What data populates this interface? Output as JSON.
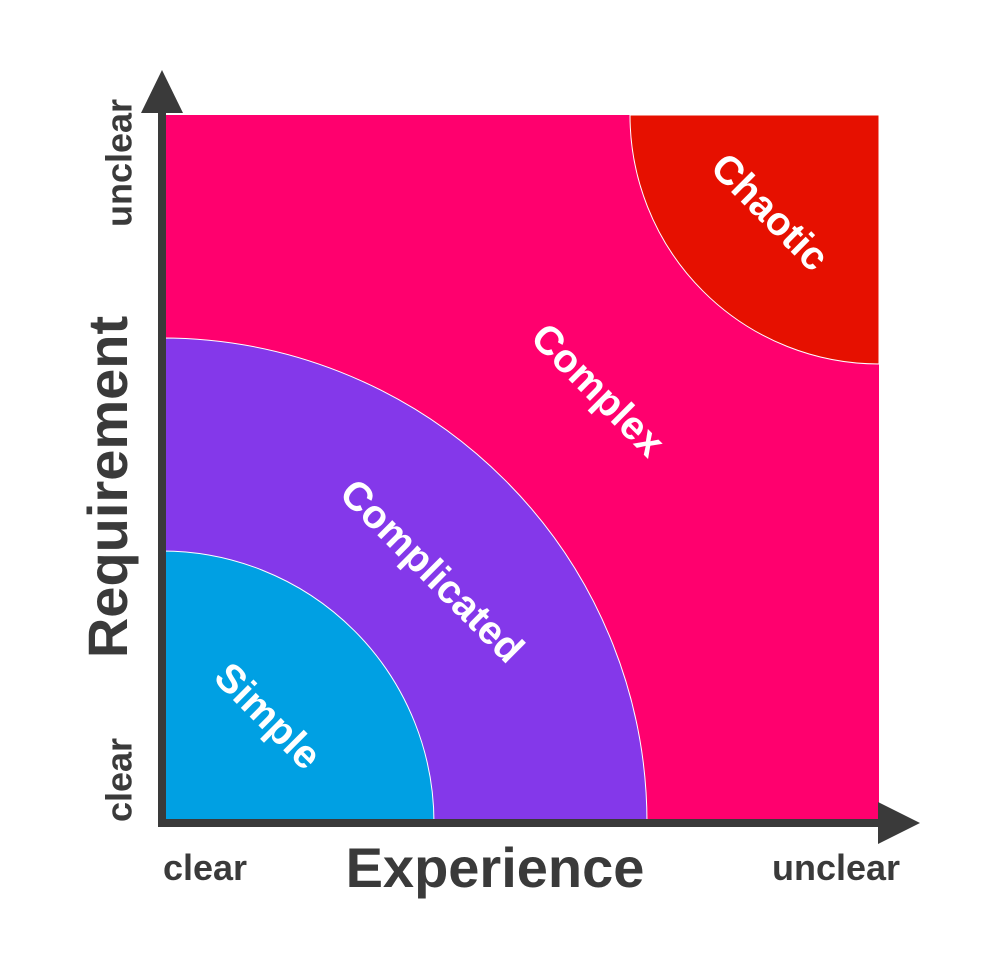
{
  "diagram": {
    "zones": [
      {
        "id": "simple",
        "label": "Simple",
        "color": "#00a0e3"
      },
      {
        "id": "complicated",
        "label": "Complicated",
        "color": "#8438ea"
      },
      {
        "id": "complex",
        "label": "Complex",
        "color": "#ff006e"
      },
      {
        "id": "chaotic",
        "label": "Chaotic",
        "color": "#e61000"
      }
    ],
    "x_axis": {
      "title": "Experience",
      "start_label": "clear",
      "end_label": "unclear"
    },
    "y_axis": {
      "title": "Requirement",
      "start_label": "clear",
      "end_label": "unclear"
    },
    "axis_color": "#3a3a3a"
  }
}
